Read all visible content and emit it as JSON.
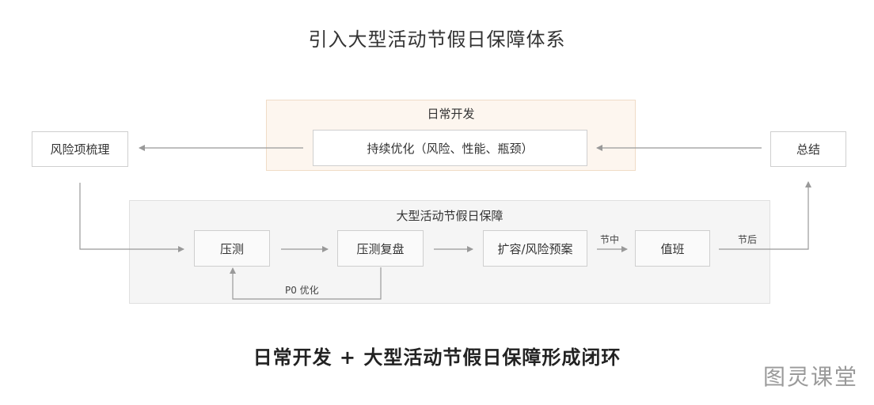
{
  "title": "引入大型活动节假日保障体系",
  "panels": {
    "daily_dev": "日常开发",
    "event_guarantee": "大型活动节假日保障"
  },
  "nodes": {
    "continuous_opt": "持续优化（风险、性能、瓶颈）",
    "risk_review": "风险项梳理",
    "summary": "总结",
    "stress_test": "压测",
    "stress_review": "压测复盘",
    "scaling_plan": "扩容/风险预案",
    "on_duty": "值班"
  },
  "edge_labels": {
    "p0_opt": "P0 优化",
    "during_holiday": "节中",
    "after_holiday": "节后"
  },
  "footer": "日常开发 + 大型活动节假日保障形成闭环",
  "watermark": "图灵课堂",
  "colors": {
    "orange_panel": "#fdf6ef",
    "gray_panel": "#f5f5f5",
    "arrow": "#999999"
  }
}
